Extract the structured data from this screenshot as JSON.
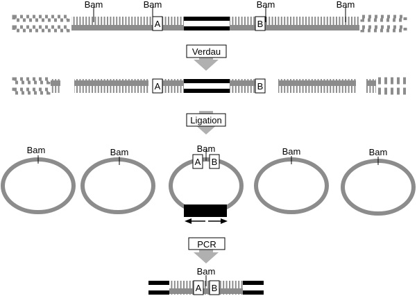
{
  "labels": {
    "bam": "Bam",
    "a": "A",
    "b": "B"
  },
  "steps": {
    "digest": "Verdau",
    "ligation": "Ligation",
    "pcr": "PCR"
  },
  "colors": {
    "strand": "#8c8c8c",
    "insert": "#000000",
    "arrow": "#b0b0b0",
    "background": "#ffffff"
  }
}
